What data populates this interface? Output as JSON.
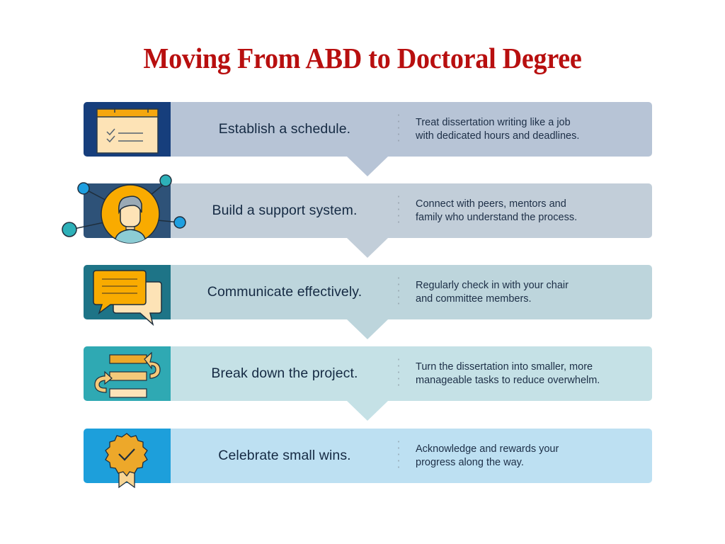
{
  "title": "Moving From ABD to Doctoral Degree",
  "colors": {
    "title": "#b80f0f",
    "heading_text": "#152a43",
    "accent_orange": "#f5a70f",
    "accent_cream": "#fde3b6"
  },
  "steps": [
    {
      "heading": "Establish a schedule.",
      "desc_line1": "Treat dissertation writing like a job",
      "desc_line2": "with dedicated hours and deadlines.",
      "icon": "calendar-checklist-icon",
      "panel_color": "#163e7c",
      "bar_color": "#b7c4d6"
    },
    {
      "heading": "Build a support system.",
      "desc_line1": "Connect with peers, mentors and",
      "desc_line2": "family who understand the process.",
      "icon": "support-network-icon",
      "panel_color": "#2e5278",
      "bar_color": "#c2ced9"
    },
    {
      "heading": "Communicate effectively.",
      "desc_line1": "Regularly check in with your chair",
      "desc_line2": "and committee members.",
      "icon": "chat-bubbles-icon",
      "panel_color": "#1e7487",
      "bar_color": "#bdd5dc"
    },
    {
      "heading": "Break down the project.",
      "desc_line1": "Turn the dissertation into smaller, more",
      "desc_line2": "manageable tasks to reduce overwhelm.",
      "icon": "task-breakdown-icon",
      "panel_color": "#2fa9b3",
      "bar_color": "#c5e1e6"
    },
    {
      "heading": "Celebrate small wins.",
      "desc_line1": "Acknowledge and rewards your",
      "desc_line2": "progress along the way.",
      "icon": "award-badge-icon",
      "panel_color": "#1d9fdb",
      "bar_color": "#bde0f2"
    }
  ]
}
